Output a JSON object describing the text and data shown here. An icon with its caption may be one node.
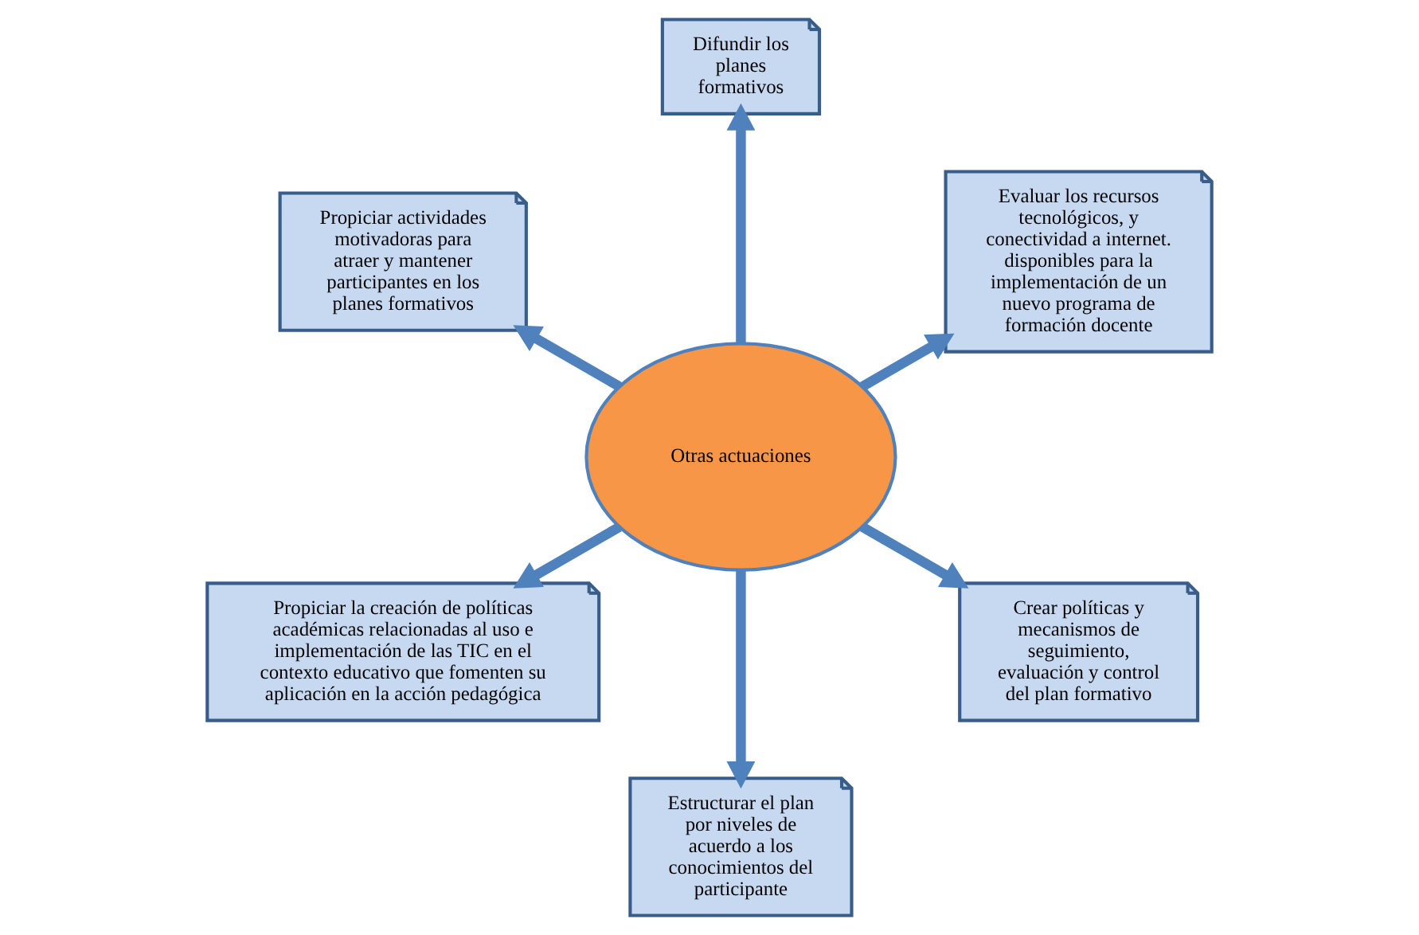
{
  "diagram": {
    "nodes": [
      {
        "text": [
          "Otras actuaciones"
        ]
      },
      {
        "text": [
          "Evaluar los recursos tecnológicos, y conectividad a internet. disponibles para la implementación de un nuevo programa de formación docente"
        ]
      },
      {
        "text": [
          "Difundir los planes formativos"
        ]
      },
      {
        "text": [
          "Propiciar actividades motivadoras para atraer y mantener participantes en los planes formativos"
        ]
      },
      {
        "text": [
          "Propiciar la creación de políticas académicas relacionadas al uso e implementación de las TIC en el contexto educativo que fomenten su aplicación en la acción pedagógica"
        ]
      },
      {
        "text": [
          "Estructurar el plan por niveles de acuerdo a los conocimientos del participante"
        ]
      },
      {
        "text": [
          "Crear políticas y mecanismos de seguimiento, evaluación y control del plan formativo"
        ]
      }
    ],
    "edges": [
      {
        "from": 0,
        "to": 1,
        "arrow": "to"
      },
      {
        "from": 0,
        "to": 2,
        "arrow": "to"
      },
      {
        "from": 0,
        "to": 3,
        "arrow": "to"
      },
      {
        "from": 0,
        "to": 4,
        "arrow": "to"
      },
      {
        "from": 0,
        "to": 5,
        "arrow": "to"
      },
      {
        "from": 0,
        "to": 6,
        "arrow": "to"
      }
    ]
  }
}
